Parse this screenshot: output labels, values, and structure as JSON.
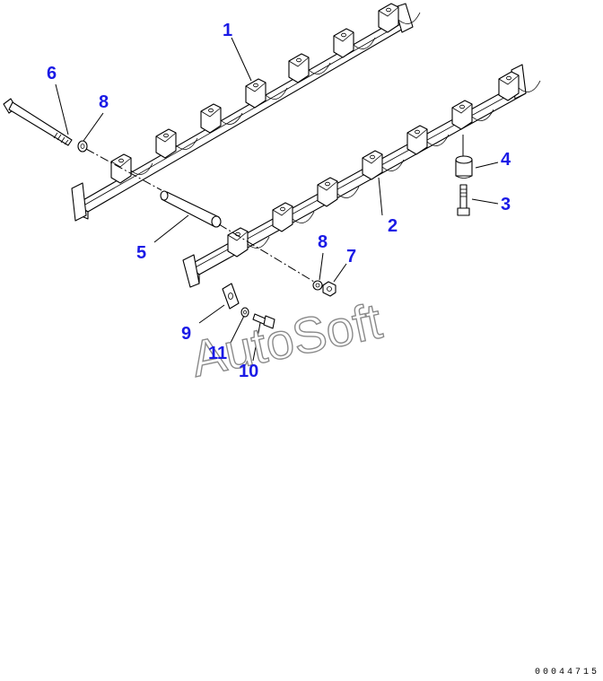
{
  "callouts": {
    "c1": "1",
    "c2": "2",
    "c3": "3",
    "c4": "4",
    "c5": "5",
    "c6": "6",
    "c7": "7",
    "c8a": "8",
    "c8b": "8",
    "c9": "9",
    "c10": "10",
    "c11": "11"
  },
  "watermark": "AutoSoft",
  "doc_code": "00044715",
  "colors": {
    "callout": "#1a1ae6",
    "line": "#000000",
    "watermark_outline": "#8a8a8a"
  }
}
